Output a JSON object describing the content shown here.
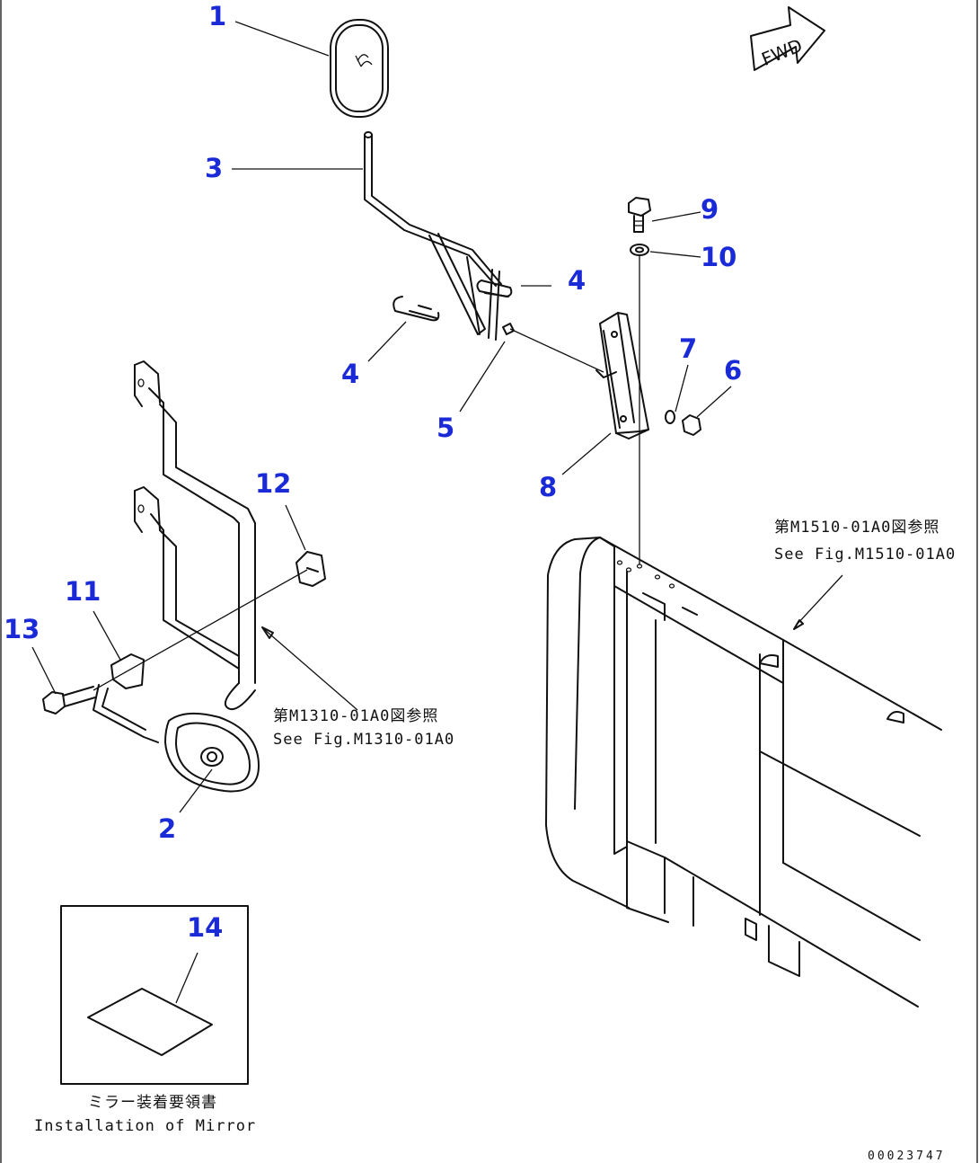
{
  "callouts": {
    "c1": "1",
    "c2": "2",
    "c3": "3",
    "c4a": "4",
    "c4b": "4",
    "c5": "5",
    "c6": "6",
    "c7": "7",
    "c8": "8",
    "c9": "9",
    "c10": "10",
    "c11": "11",
    "c12": "12",
    "c13": "13",
    "c14": "14"
  },
  "fwd_label": "FWD",
  "notes": {
    "ref_m1510_jp": "第M1510-01A0図参照",
    "ref_m1510_en": "See Fig.M1510-01A0",
    "ref_m1310_jp": "第M1310-01A0図参照",
    "ref_m1310_en": "See Fig.M1310-01A0",
    "manual_jp": "ミラー装着要領書",
    "manual_en": "Installation of Mirror"
  },
  "document_number": "00023747",
  "colors": {
    "callout": "#1a2ad6",
    "line": "#111111"
  }
}
